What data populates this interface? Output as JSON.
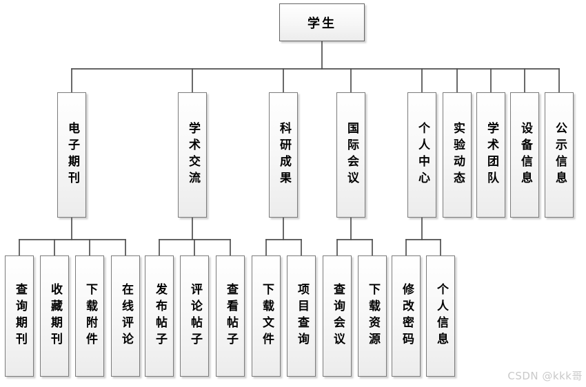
{
  "root": {
    "label": "学生"
  },
  "branches": [
    {
      "label": "电子期刊",
      "children": [
        {
          "label": "查询期刊"
        },
        {
          "label": "收藏期刊"
        },
        {
          "label": "下载附件"
        },
        {
          "label": "在线评论"
        }
      ]
    },
    {
      "label": "学术交流",
      "children": [
        {
          "label": "发布帖子"
        },
        {
          "label": "评论帖子"
        },
        {
          "label": "查看帖子"
        }
      ]
    },
    {
      "label": "科研成果",
      "children": [
        {
          "label": "下载文件"
        },
        {
          "label": "项目查询"
        }
      ]
    },
    {
      "label": "国际会议",
      "children": [
        {
          "label": "查询会议"
        },
        {
          "label": "下载资源"
        }
      ]
    },
    {
      "label": "个人中心",
      "children": [
        {
          "label": "修改密码"
        },
        {
          "label": "个人信息"
        }
      ]
    },
    {
      "label": "实验动态",
      "children": []
    },
    {
      "label": "学术团队",
      "children": []
    },
    {
      "label": "设备信息",
      "children": []
    },
    {
      "label": "公示信息",
      "children": []
    }
  ],
  "watermark": {
    "text": "CSDN @kkk哥"
  },
  "colors": {
    "box_border": "#7a7a7a",
    "box_fill_top": "#ffffff",
    "box_fill_bottom": "#ececec",
    "connector": "#4d4d4d",
    "text": "#000000",
    "watermark": "#c9c9c9",
    "background": "#ffffff"
  }
}
